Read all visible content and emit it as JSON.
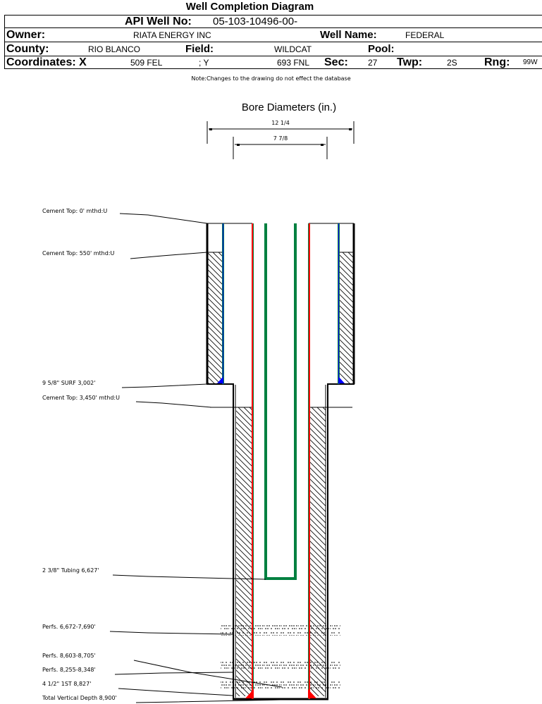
{
  "title": "Well Completion Diagram",
  "header": {
    "api_label": "API Well No:",
    "api_value": "05-103-10496-00-",
    "owner_label": "Owner:",
    "owner_value": "RIATA ENERGY INC",
    "well_name_label": "Well Name:",
    "well_name_value": "FEDERAL",
    "county_label": "County:",
    "county_value": "RIO BLANCO",
    "field_label": "Field:",
    "field_value": "WILDCAT",
    "pool_label": "Pool:",
    "pool_value": "",
    "coord_x_label": "Coordinates: X",
    "coord_x_value": "509 FEL",
    "coord_y_label": "; Y",
    "coord_y_value": "693 FNL",
    "sec_label": "Sec:",
    "sec_value": "27",
    "twp_label": "Twp:",
    "twp_value": "2S",
    "rng_label": "Rng:",
    "rng_value": "99W"
  },
  "note": "Note:Changes to the drawing do not effect the database",
  "diagram": {
    "bore_title": "Bore Diameters (in.)",
    "bore_diameters": [
      "12 1/4",
      "7 7/8"
    ],
    "colors": {
      "surface_casing": "#0000ff",
      "production_casing": "#ff0000",
      "casing_edge": "#008040",
      "tubing": "#008040",
      "cement_fill": "#000000"
    },
    "annotations": [
      {
        "label": "Cement Top: 0' mthd:U",
        "depth_ft": 0
      },
      {
        "label": "Cement Top: 550' mthd:U",
        "depth_ft": 550
      },
      {
        "label": "9 5/8\" SURF      3,002'",
        "depth_ft": 3002
      },
      {
        "label": "Cement Top: 3,450' mthd:U",
        "depth_ft": 3450
      },
      {
        "label": "2 3/8\" Tubing 6,627'",
        "depth_ft": 6627
      },
      {
        "label": "Perfs. 6,672-7,690'",
        "depth_ft": 6672
      },
      {
        "label": "Perfs. 8,603-8,705'",
        "depth_ft": 8603
      },
      {
        "label": "Perfs. 8,255-8,348'",
        "depth_ft": 8255
      },
      {
        "label": "4 1/2\" 1ST       8,827'",
        "depth_ft": 8827
      },
      {
        "label": "Total Vertical Depth 8,900'",
        "depth_ft": 8900
      }
    ]
  }
}
